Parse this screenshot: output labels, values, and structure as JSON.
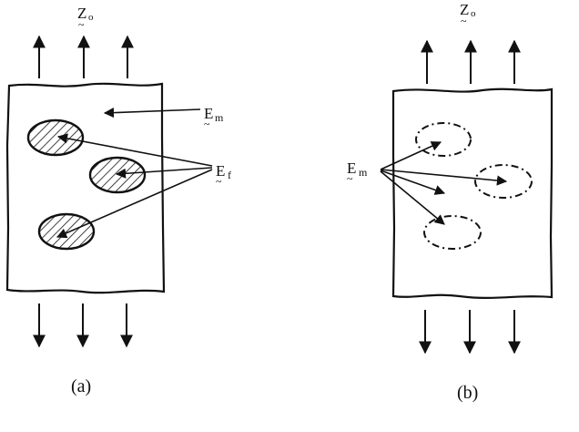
{
  "figure": {
    "panel_a": {
      "caption": "(a)",
      "top_label": "Z",
      "top_label_sub": "o",
      "matrix_label": "E",
      "matrix_label_sub": "m",
      "fiber_label": "E",
      "fiber_label_sub": "f",
      "inclusion_style": "hatched"
    },
    "panel_b": {
      "caption": "(b)",
      "top_label": "Z",
      "top_label_sub": "o",
      "matrix_label": "E",
      "matrix_label_sub": "m",
      "inclusion_style": "dash-dot"
    },
    "colors": {
      "ink": "#111111",
      "background": "#ffffff"
    }
  }
}
